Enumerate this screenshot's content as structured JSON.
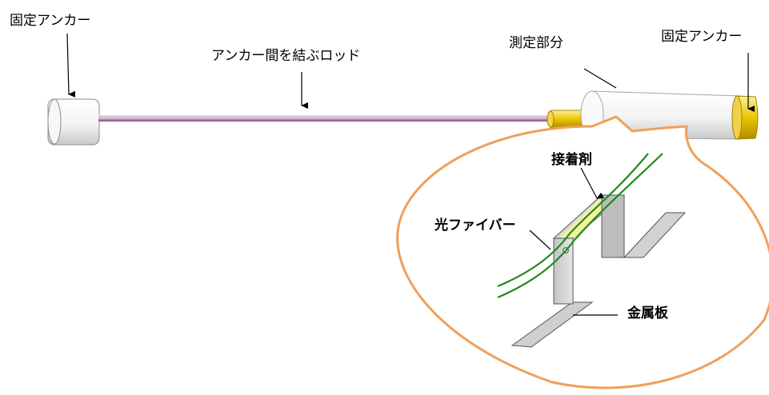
{
  "labels": {
    "anchor_left": "固定アンカー",
    "rod": "アンカー間を結ぶロッド",
    "measurement_part": "測定部分",
    "anchor_right": "固定アンカー",
    "adhesive": "接着剤",
    "optical_fiber": "光ファイバー",
    "metal_plate": "金属板"
  },
  "colors": {
    "rod": "#c9a3c9",
    "sleeve": "#e9c600",
    "callout_outline": "#f0a05a",
    "fiber": "#1f8a1f",
    "adhesive": "#f6f29a",
    "metal_plate": "#d6d6d6"
  }
}
